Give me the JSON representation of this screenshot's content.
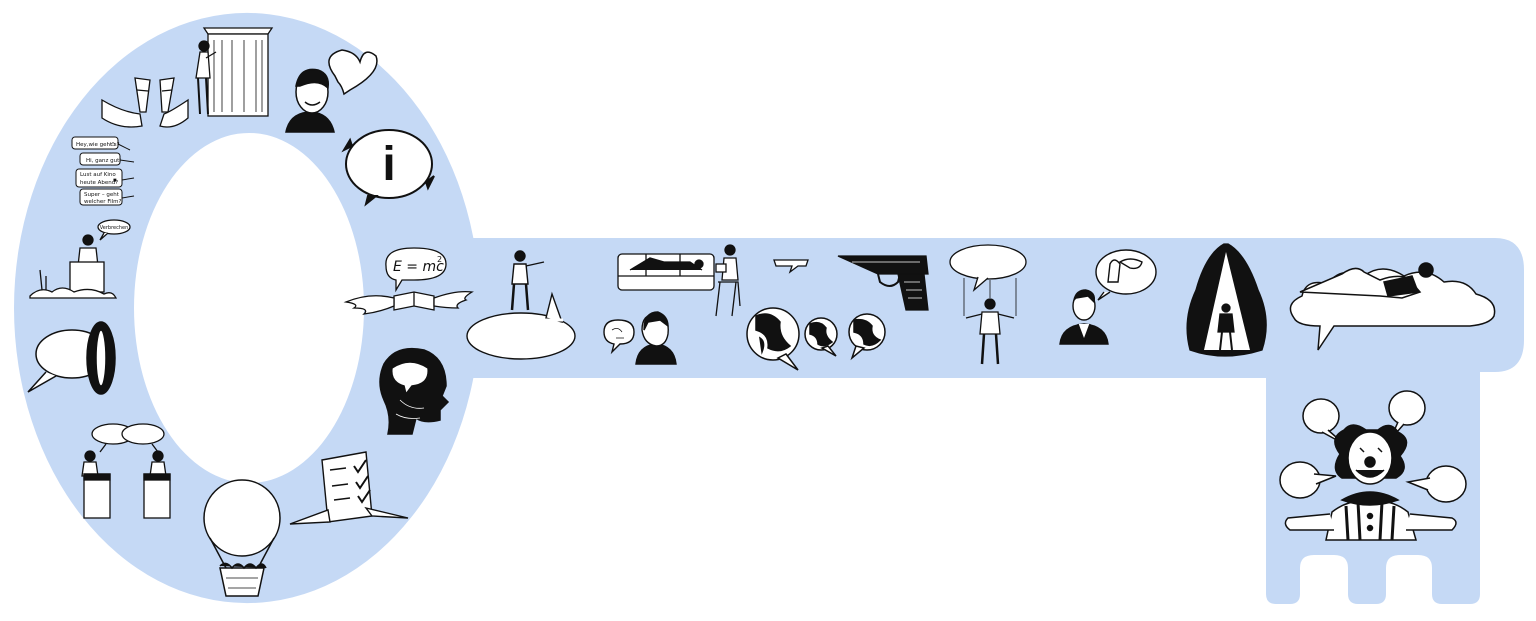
{
  "palette": {
    "key_fill": "#c5d9f5",
    "ink": "#111111",
    "paper": "#ffffff"
  },
  "chat_messages": [
    {
      "text": "Hey,wie geht's?",
      "emoji": "☺"
    },
    {
      "text": "Hi, ganz gut!",
      "emoji": ""
    },
    {
      "text": "Lust auf Kino",
      "emoji": "■"
    },
    {
      "text": "heute Abend?",
      "emoji": ""
    },
    {
      "text": "Super – geht",
      "emoji": ""
    },
    {
      "text": "welcher Film?",
      "emoji": ""
    }
  ],
  "podium_bubble_text": "Verbrechen",
  "formula": {
    "base": "E = mc",
    "exponent": "2"
  },
  "info_symbol": "i",
  "illustrations": [
    "champagne-toast",
    "outhouse-graffiti",
    "smiling-man-heart",
    "info-speech-bubble",
    "chat-conversation",
    "speaker-at-lectern",
    "einstein-formula-book",
    "speech-bubble-hammer",
    "head-speech-bubble",
    "debate-podiums",
    "checklist-bubble",
    "hot-air-balloon",
    "man-pointing",
    "therapy-couch",
    "man-thinking-bubble",
    "globes",
    "pistol",
    "puppet-marionette",
    "businessman-thought",
    "spotlight-magician",
    "man-lying-on-cloud",
    "clown-with-bubbles"
  ]
}
